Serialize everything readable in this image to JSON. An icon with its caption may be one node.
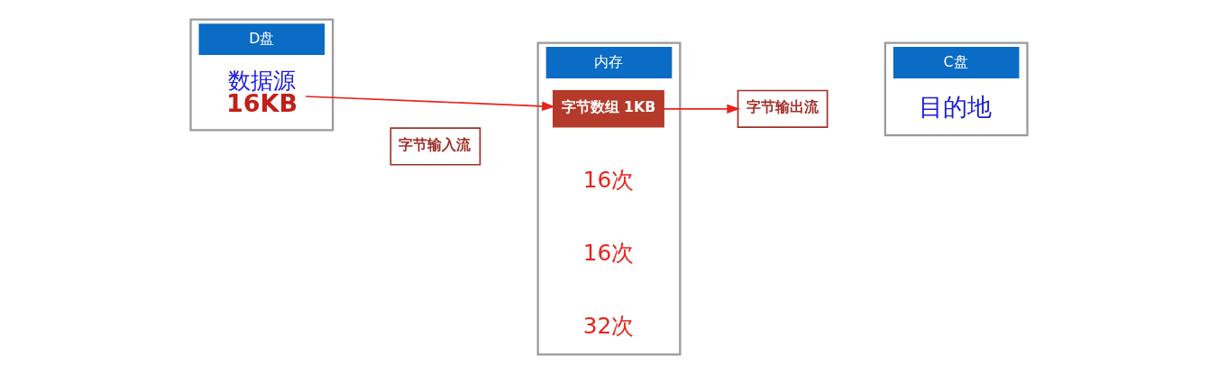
{
  "diagram": {
    "nodes": [
      {
        "text": [
          "D盘"
        ]
      },
      {
        "text": [
          "数据源",
          "16KB"
        ],
        "in": 0
      },
      {
        "text": [
          "内存"
        ]
      },
      {
        "text": [
          "字节数组 1KB"
        ],
        "in": 2
      },
      {
        "text": [
          "C盘"
        ]
      },
      {
        "text": [
          "目的地"
        ],
        "in": 4
      },
      {
        "text": [
          "字节输入流"
        ]
      },
      {
        "text": [
          "字节输出流"
        ]
      }
    ],
    "edges": [
      {
        "from": 1,
        "to": 3,
        "arrow": "to"
      },
      {
        "from": 3,
        "to": 7,
        "arrow": "to"
      }
    ],
    "labels": [
      "16次",
      "16次",
      "32次"
    ]
  }
}
